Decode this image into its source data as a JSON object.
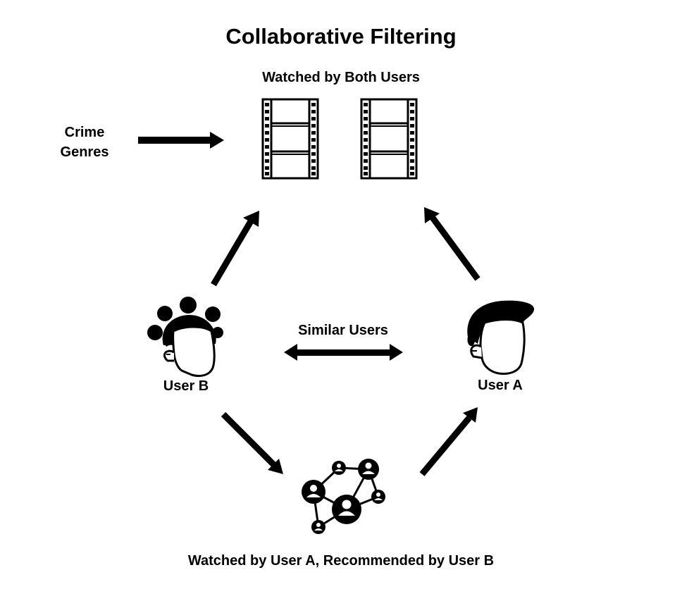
{
  "title": "Collaborative Filtering",
  "top_label": "Watched by Both Users",
  "genre_label": "Crime Genres",
  "similar_label": "Similar Users",
  "user_b": "User B",
  "user_a": "User A",
  "bottom_label": "Watched by User A, Recommended by User B",
  "icons": [
    "film-strip-icon",
    "film-strip-icon",
    "user-b-face-icon",
    "user-a-face-icon",
    "user-network-icon"
  ],
  "colors": {
    "ink": "#000000",
    "background": "#ffffff"
  }
}
